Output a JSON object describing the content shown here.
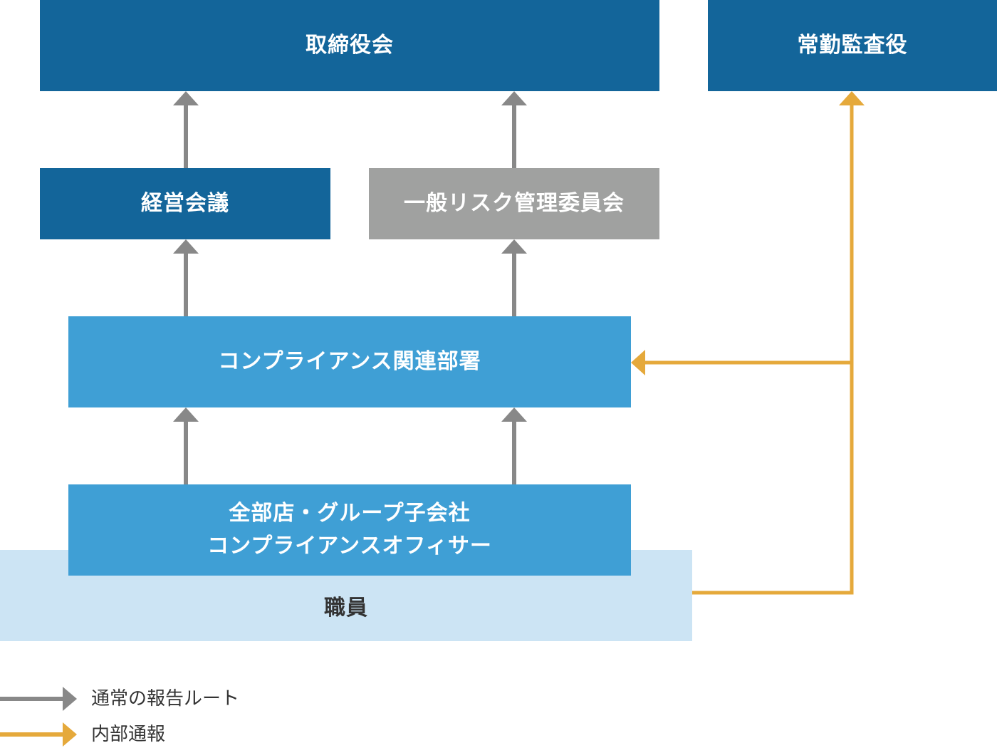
{
  "colors": {
    "dark_blue": "#13659a",
    "gray": "#a0a1a0",
    "mid_blue": "#3f9fd5",
    "pale_blue": "#cce4f4",
    "report_arrow": "#888888",
    "whistle_arrow": "#e5a93b"
  },
  "nodes": {
    "board": "取締役会",
    "auditor": "常勤監査役",
    "management_meeting": "経営会議",
    "risk_committee": "一般リスク管理委員会",
    "compliance_dept": "コンプライアンス関連部署",
    "officer_line1": "全部店・グループ子会社",
    "officer_line2": "コンプライアンスオフィサー",
    "staff": "職員"
  },
  "legend": {
    "normal_route": "通常の報告ルート",
    "internal_report": "内部通報"
  }
}
